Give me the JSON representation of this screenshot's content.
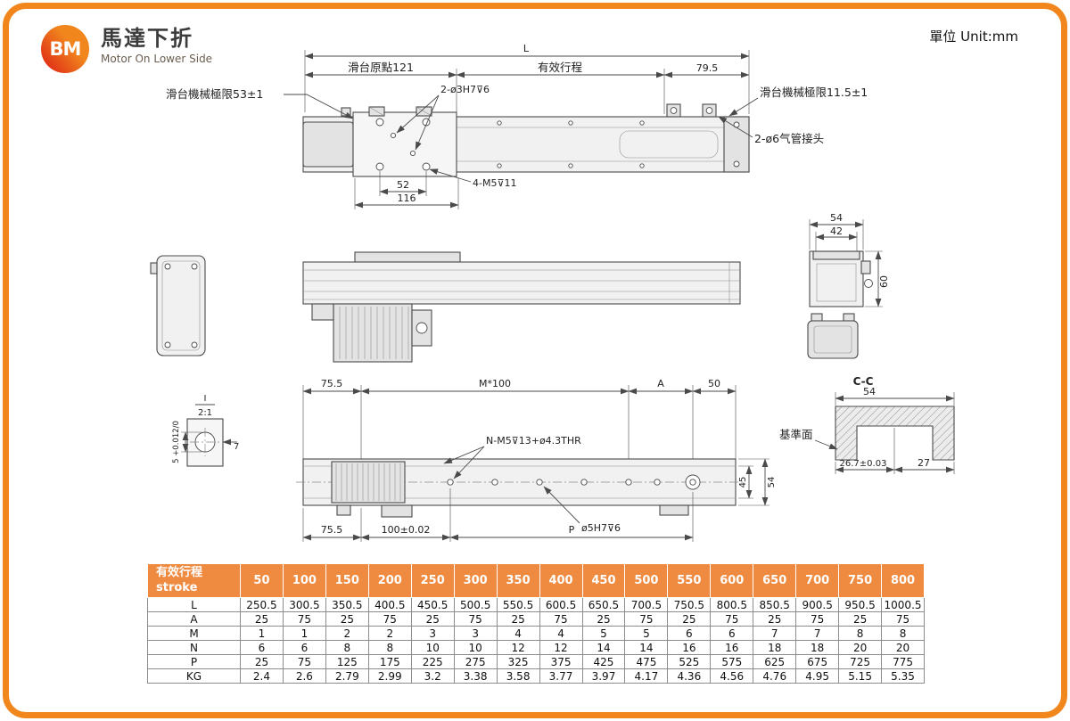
{
  "meta": {
    "unit": "單位 Unit:mm"
  },
  "logo": {
    "monogram": "BM",
    "title": "馬達下折",
    "subtitle": "Motor On Lower Side"
  },
  "colors": {
    "accent": "#F1861D",
    "logo_red": "#E23A17",
    "table_header": "#EF8B41",
    "line": "#4A4A4A"
  },
  "top_view": {
    "dim_L": "L",
    "dim_origin": "滑台原點121",
    "dim_stroke": "有效行程",
    "dim_right": "79.5",
    "limit_left": "滑台機械極限53±1",
    "limit_right": "滑台機械極限11.5±1",
    "holes_dowel": "2-ø3H7⊽6",
    "air_fitting": "2-ø6气管接头",
    "dim_52": "52",
    "dim_116": "116",
    "holes_m5": "4-M5⊽11"
  },
  "end_view": {
    "dim_54": "54",
    "dim_42": "42",
    "dim_60": "60"
  },
  "detail_view": {
    "callout": "I",
    "scale": "2:1",
    "dim_tol": "5 +0.012/0",
    "dim_7": "7"
  },
  "bottom_view": {
    "dim_75_5_top": "75.5",
    "dim_pitch": "M*100",
    "dim_A": "A",
    "dim_50": "50",
    "holes_n": "N-M5⊽13+ø4.3THR",
    "hole_pin": "ø5H7⊽6",
    "dim_75_5_bottom": "75.5",
    "dim_100": "100±0.02",
    "dim_P": "P",
    "dim_45": "45",
    "dim_54": "54"
  },
  "section_view": {
    "title": "C-C",
    "dim_54": "54",
    "datum": "基準面",
    "dim_26_7": "26.7±0.03",
    "dim_27": "27"
  },
  "table": {
    "header": {
      "line1": "有效行程",
      "line2": "stroke"
    },
    "columns": [
      "50",
      "100",
      "150",
      "200",
      "250",
      "300",
      "350",
      "400",
      "450",
      "500",
      "550",
      "600",
      "650",
      "700",
      "750",
      "800"
    ],
    "rows": [
      {
        "label": "L",
        "values": [
          "250.5",
          "300.5",
          "350.5",
          "400.5",
          "450.5",
          "500.5",
          "550.5",
          "600.5",
          "650.5",
          "700.5",
          "750.5",
          "800.5",
          "850.5",
          "900.5",
          "950.5",
          "1000.5"
        ]
      },
      {
        "label": "A",
        "values": [
          "25",
          "75",
          "25",
          "75",
          "25",
          "75",
          "25",
          "75",
          "25",
          "75",
          "25",
          "75",
          "25",
          "75",
          "25",
          "75"
        ]
      },
      {
        "label": "M",
        "values": [
          "1",
          "1",
          "2",
          "2",
          "3",
          "3",
          "4",
          "4",
          "5",
          "5",
          "6",
          "6",
          "7",
          "7",
          "8",
          "8"
        ]
      },
      {
        "label": "N",
        "values": [
          "6",
          "6",
          "8",
          "8",
          "10",
          "10",
          "12",
          "12",
          "14",
          "14",
          "16",
          "16",
          "18",
          "18",
          "20",
          "20"
        ]
      },
      {
        "label": "P",
        "values": [
          "25",
          "75",
          "125",
          "175",
          "225",
          "275",
          "325",
          "375",
          "425",
          "475",
          "525",
          "575",
          "625",
          "675",
          "725",
          "775"
        ]
      },
      {
        "label": "KG",
        "values": [
          "2.4",
          "2.6",
          "2.79",
          "2.99",
          "3.2",
          "3.38",
          "3.58",
          "3.77",
          "3.97",
          "4.17",
          "4.36",
          "4.56",
          "4.76",
          "4.95",
          "5.15",
          "5.35"
        ]
      }
    ]
  }
}
